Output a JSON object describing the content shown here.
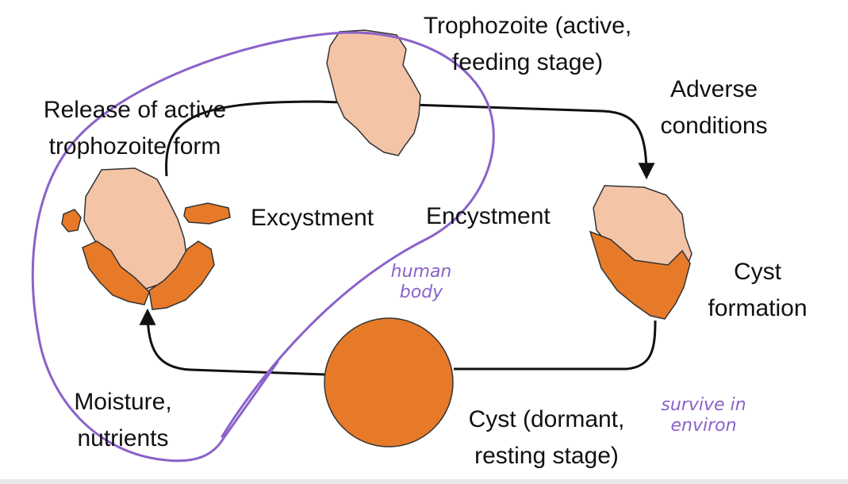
{
  "colors": {
    "trophozoite_fill": "#f4c4a7",
    "cyst_fill": "#e77a29",
    "outline": "#333333",
    "annotation": "#8a62c9",
    "arrow": "#111111"
  },
  "labels": {
    "trophozoite_line1": "Trophozoite (active,",
    "trophozoite_line2": "feeding stage)",
    "adverse_line1": "Adverse",
    "adverse_line2": "conditions",
    "release_line1": "Release of active",
    "release_line2": "trophozoite form",
    "excystment": "Excystment",
    "encystment": "Encystment",
    "cyst_formation_line1": "Cyst",
    "cyst_formation_line2": "formation",
    "moisture_line1": "Moisture,",
    "moisture_line2": "nutrients",
    "cyst_line1": "Cyst (dormant,",
    "cyst_line2": "resting stage)"
  },
  "annotations": {
    "human_line1": "human",
    "human_line2": "body",
    "survive_line1": "survive in",
    "survive_line2": "environ"
  }
}
